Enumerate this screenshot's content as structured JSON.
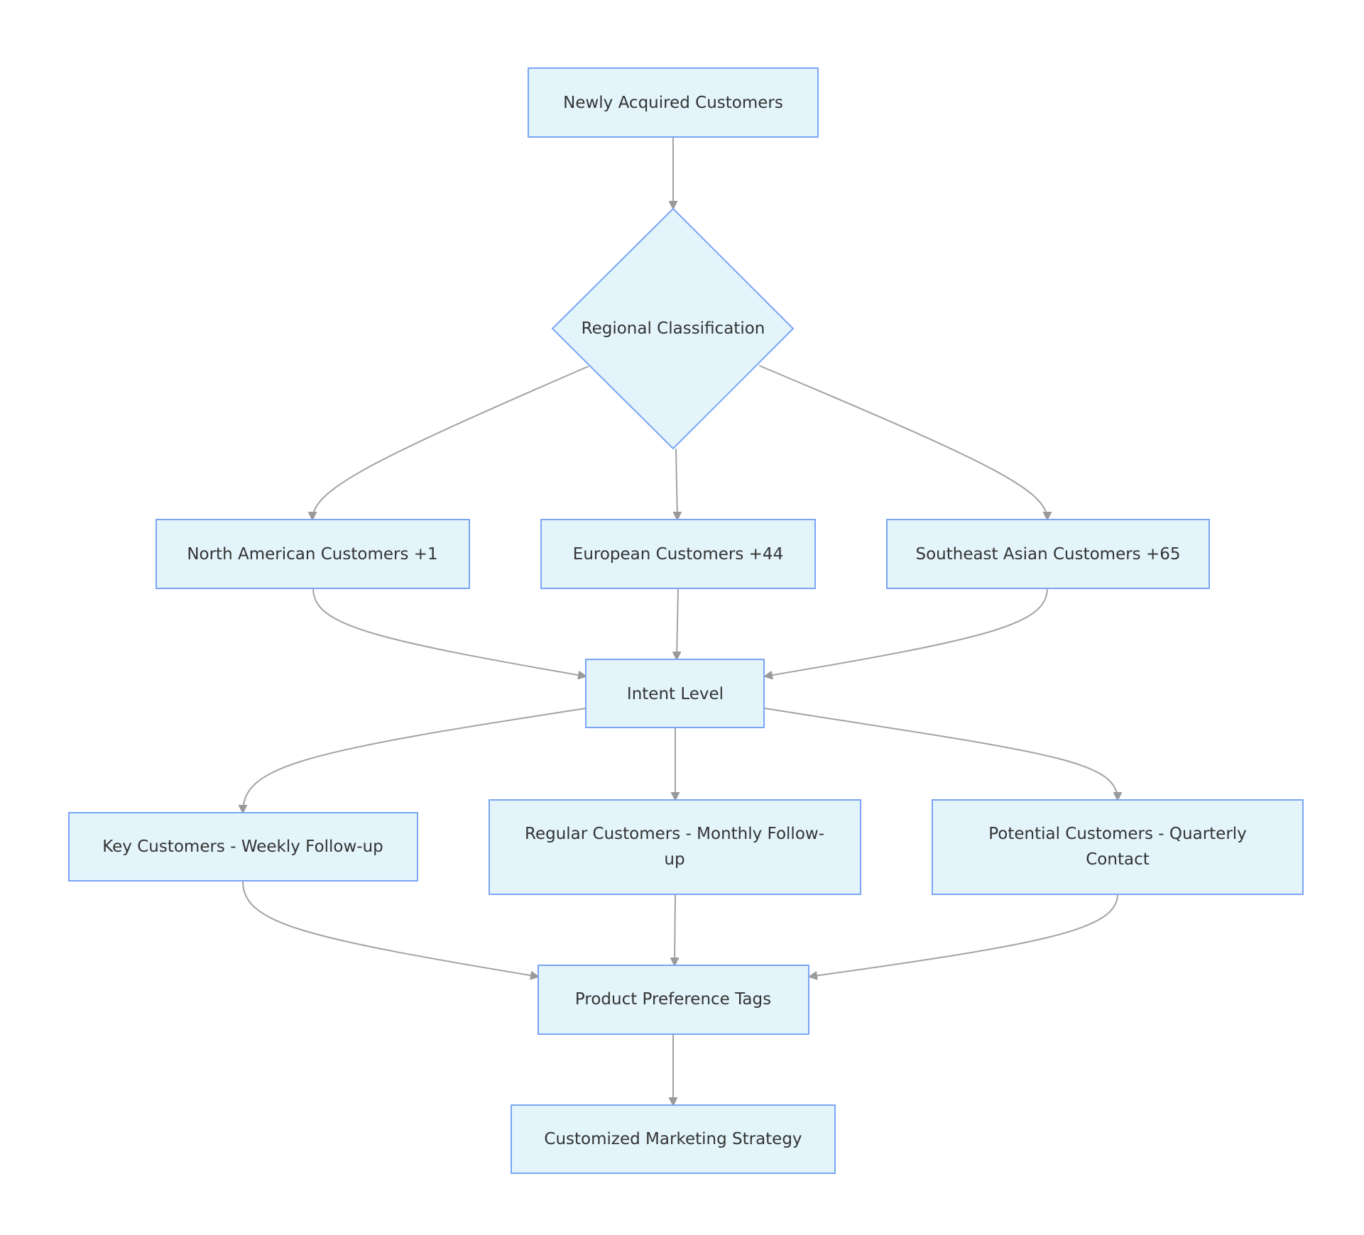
{
  "flowchart": {
    "nodes": {
      "newly_acquired": {
        "lines": [
          "Newly Acquired Customers"
        ]
      },
      "regional_classification": {
        "lines": [
          "Regional Classification"
        ]
      },
      "north_american": {
        "lines": [
          "North American Customers +1"
        ]
      },
      "european": {
        "lines": [
          "European Customers +44"
        ]
      },
      "southeast_asian": {
        "lines": [
          "Southeast Asian Customers +65"
        ]
      },
      "intent_level": {
        "lines": [
          "Intent Level"
        ]
      },
      "key_customers": {
        "lines": [
          "Key Customers - Weekly Follow-up"
        ]
      },
      "regular_customers": {
        "lines": [
          "Regular Customers - Monthly Follow-",
          "up"
        ]
      },
      "potential_customers": {
        "lines": [
          "Potential Customers - Quarterly",
          "Contact"
        ]
      },
      "product_preference": {
        "lines": [
          "Product Preference Tags"
        ]
      },
      "customized_marketing": {
        "lines": [
          "Customized Marketing Strategy"
        ]
      }
    },
    "edges": [
      [
        "newly_acquired",
        "regional_classification"
      ],
      [
        "regional_classification",
        "north_american"
      ],
      [
        "regional_classification",
        "european"
      ],
      [
        "regional_classification",
        "southeast_asian"
      ],
      [
        "north_american",
        "intent_level"
      ],
      [
        "european",
        "intent_level"
      ],
      [
        "southeast_asian",
        "intent_level"
      ],
      [
        "intent_level",
        "key_customers"
      ],
      [
        "intent_level",
        "regular_customers"
      ],
      [
        "intent_level",
        "potential_customers"
      ],
      [
        "key_customers",
        "product_preference"
      ],
      [
        "regular_customers",
        "product_preference"
      ],
      [
        "potential_customers",
        "product_preference"
      ],
      [
        "product_preference",
        "customized_marketing"
      ]
    ],
    "colors": {
      "node_fill": "#e3f4fb",
      "node_stroke": "#7aa5f5",
      "edge": "#a3a3a3",
      "text": "#333333"
    }
  }
}
